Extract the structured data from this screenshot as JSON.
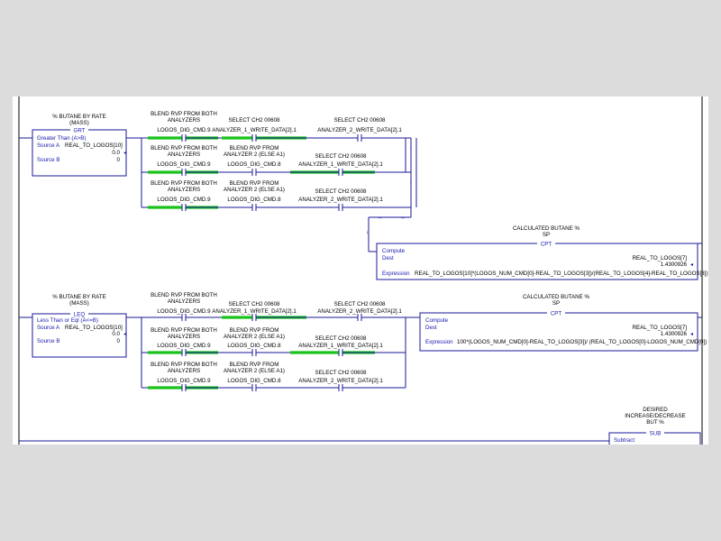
{
  "colors": {
    "wire": "#1a1a9a",
    "energized": "#19c31b",
    "background": "#ffffff",
    "frame": "#dcdcdc"
  },
  "rung1": {
    "grt": {
      "comment_line1": "% BUTANE BY RATE",
      "comment_line2": "(MASS)",
      "mnemonic": "GRT",
      "title": "Greater Than (A>B)",
      "source_a_label": "Source A",
      "source_a_tag": "REAL_TO_LOGOS[10]",
      "source_a_value": "0.0",
      "source_b_label": "Source B",
      "source_b_value": "0"
    },
    "branch1": {
      "c1": {
        "desc1": "BLEND RVP FROM BOTH",
        "desc2": "ANALYZERS",
        "tag": "LOGOS_DIG_CMD.9"
      },
      "c2": {
        "desc1": "SELECT CH2 00608",
        "tag": "ANALYZER_1_WRITE_DATA[2].1"
      },
      "c3": {
        "desc1": "SELECT CH2 00608",
        "tag": "ANALYZER_2_WRITE_DATA[2].1"
      }
    },
    "branch2": {
      "c1": {
        "desc1": "BLEND RVP FROM BOTH",
        "desc2": "ANALYZERS",
        "tag": "LOGOS_DIG_CMD.9"
      },
      "c2": {
        "desc1": "BLEND RVP FROM",
        "desc2": "ANALYZER 2 (ELSE A1)",
        "tag": "LOGOS_DIG_CMD.8"
      },
      "c3": {
        "desc1": "SELECT CH2 00608",
        "tag": "ANALYZER_1_WRITE_DATA[2].1"
      }
    },
    "branch3": {
      "c1": {
        "desc1": "BLEND RVP FROM BOTH",
        "desc2": "ANALYZERS",
        "tag": "LOGOS_DIG_CMD.9"
      },
      "c2": {
        "desc1": "BLEND RVP FROM",
        "desc2": "ANALYZER 2 (ELSE A1)",
        "tag": "LOGOS_DIG_CMD.8"
      },
      "c3": {
        "desc1": "SELECT CH2 00608",
        "tag": "ANALYZER_2_WRITE_DATA[2].1"
      }
    },
    "cpt": {
      "comment_line1": "CALCULATED BUTANE %",
      "comment_line2": "SP",
      "mnemonic": "CPT",
      "title": "Compute",
      "dest_label": "Dest",
      "dest_tag": "REAL_TO_LOGOS[7]",
      "dest_value": "1.4300926",
      "expression_label": "Expression",
      "expression": "REAL_TO_LOGOS[10]*(LOGOS_NUM_CMD[0]-REAL_TO_LOGOS[3])/(REAL_TO_LOGOS[4]-REAL_TO_LOGOS[3])"
    }
  },
  "rung2": {
    "leq": {
      "comment_line1": "% BUTANE BY RATE",
      "comment_line2": "(MASS)",
      "mnemonic": "LEQ",
      "title": "Less Than or Eql (A<=B)",
      "source_a_label": "Source A",
      "source_a_tag": "REAL_TO_LOGOS[10]",
      "source_a_value": "0.0",
      "source_b_label": "Source B",
      "source_b_value": "0"
    },
    "branch1": {
      "c1": {
        "desc1": "BLEND RVP FROM BOTH",
        "desc2": "ANALYZERS",
        "tag": "LOGOS_DIG_CMD.9"
      },
      "c2": {
        "desc1": "SELECT CH2 00608",
        "tag": "ANALYZER_1_WRITE_DATA[2].1"
      },
      "c3": {
        "desc1": "SELECT CH2 00608",
        "tag": "ANALYZER_2_WRITE_DATA[2].1"
      }
    },
    "branch2": {
      "c1": {
        "desc1": "BLEND RVP FROM BOTH",
        "desc2": "ANALYZERS",
        "tag": "LOGOS_DIG_CMD.9"
      },
      "c2": {
        "desc1": "BLEND RVP FROM",
        "desc2": "ANALYZER 2 (ELSE A1)",
        "tag": "LOGOS_DIG_CMD.8"
      },
      "c3": {
        "desc1": "SELECT CH2 00608",
        "tag": "ANALYZER_1_WRITE_DATA[2].1"
      }
    },
    "branch3": {
      "c1": {
        "desc1": "BLEND RVP FROM BOTH",
        "desc2": "ANALYZERS",
        "tag": "LOGOS_DIG_CMD.9"
      },
      "c2": {
        "desc1": "BLEND RVP FROM",
        "desc2": "ANALYZER 2 (ELSE A1)",
        "tag": "LOGOS_DIG_CMD.8"
      },
      "c3": {
        "desc1": "SELECT CH2 00608",
        "tag": "ANALYZER_2_WRITE_DATA[2].1"
      }
    },
    "cpt": {
      "comment_line1": "CALCULATED BUTANE %",
      "comment_line2": "SP",
      "mnemonic": "CPT",
      "title": "Compute",
      "dest_label": "Dest",
      "dest_tag": "REAL_TO_LOGOS[7]",
      "dest_value": "1.4300926",
      "expression_label": "Expression",
      "expression": "100*(LOGOS_NUM_CMD[0]-REAL_TO_LOGOS[3])/ (REAL_TO_LOGOS[0]-LOGOS_NUM_CMD[0])"
    }
  },
  "rung3": {
    "sub": {
      "comment_line1": "DESIRED",
      "comment_line2": "INCREASE/DECREASE",
      "comment_line3": "BUT %",
      "mnemonic": "SUB",
      "title": "Subtract"
    }
  }
}
